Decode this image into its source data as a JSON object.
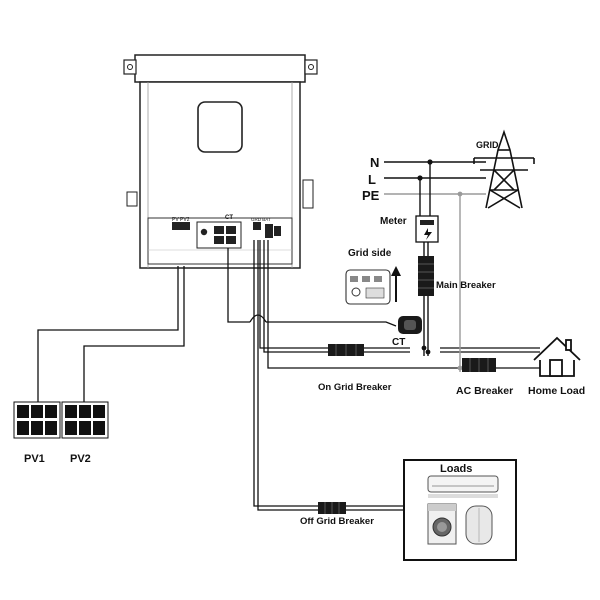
{
  "labels": {
    "n": "N",
    "l": "L",
    "pe": "PE",
    "grid": "GRID",
    "meter": "Meter",
    "grid_side": "Grid side",
    "main_breaker": "Main Breaker",
    "ct": "CT",
    "ct_port": "CT",
    "on_grid_breaker": "On Grid Breaker",
    "ac_breaker": "AC Breaker",
    "home_load": "Home Load",
    "pv1": "PV1",
    "pv2": "PV2",
    "loads": "Loads",
    "off_grid_breaker": "Off Grid Breaker"
  },
  "icons": {
    "tower": "power-tower-icon",
    "house": "house-icon",
    "solar": "solar-panel-icon",
    "meter": "meter-icon",
    "breaker": "breaker-icon"
  },
  "colors": {
    "line": "#111111",
    "pe_line": "#9a9a9a",
    "breaker": "#1a1a1a"
  }
}
